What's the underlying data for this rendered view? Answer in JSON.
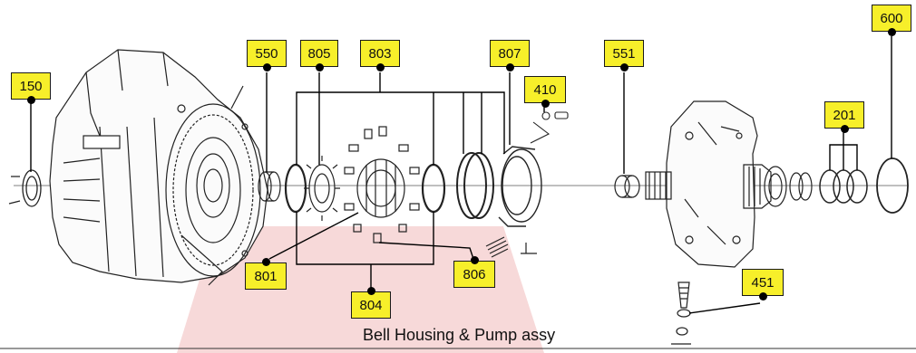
{
  "diagram": {
    "caption": "Bell Housing & Pump assy",
    "callout_color": "#f7ef2a",
    "watermark_color": "#f6d6d6",
    "callouts": [
      {
        "id": "c150",
        "label": "150"
      },
      {
        "id": "c550",
        "label": "550"
      },
      {
        "id": "c805",
        "label": "805"
      },
      {
        "id": "c803",
        "label": "803"
      },
      {
        "id": "c807",
        "label": "807"
      },
      {
        "id": "c410",
        "label": "410"
      },
      {
        "id": "c551",
        "label": "551"
      },
      {
        "id": "c600",
        "label": "600"
      },
      {
        "id": "c201",
        "label": "201"
      },
      {
        "id": "c801",
        "label": "801"
      },
      {
        "id": "c804",
        "label": "804"
      },
      {
        "id": "c806",
        "label": "806"
      },
      {
        "id": "c451",
        "label": "451"
      }
    ],
    "parts_icons": [
      "bell-housing-icon",
      "pump-body-icon",
      "seal-ring-icon",
      "bushing-icon",
      "clutch-ring-icon",
      "spring-icon",
      "valve-icon",
      "snap-ring-icon"
    ]
  }
}
